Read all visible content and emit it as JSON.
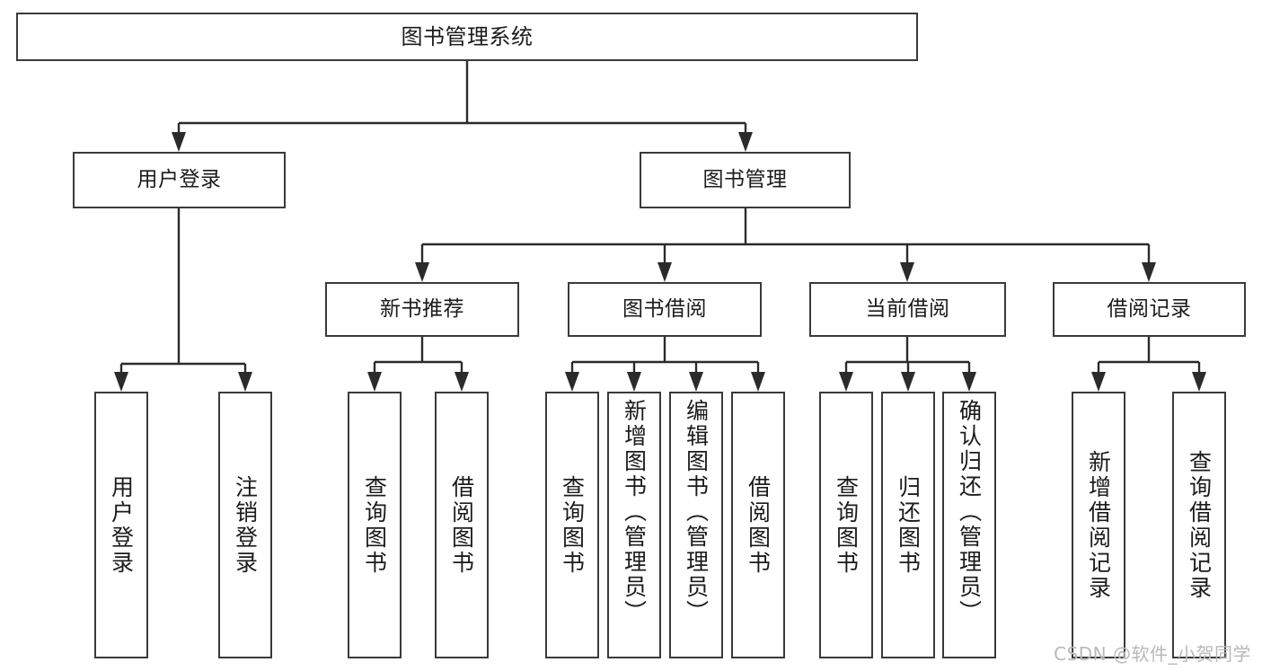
{
  "diagram": {
    "title": "图书管理系统",
    "watermark": "CSDN @软件_小贺同学",
    "root": {
      "label": "图书管理系统"
    },
    "level2": [
      {
        "label": "用户登录"
      },
      {
        "label": "图书管理"
      }
    ],
    "level3": [
      {
        "label": "新书推荐"
      },
      {
        "label": "图书借阅"
      },
      {
        "label": "当前借阅"
      },
      {
        "label": "借阅记录"
      }
    ],
    "leaves": {
      "user_login": [
        {
          "label": "用户登录"
        },
        {
          "label": "注销登录"
        }
      ],
      "new_book_recommend": [
        {
          "label": "查询图书"
        },
        {
          "label": "借阅图书"
        }
      ],
      "book_borrow": [
        {
          "label": "查询图书"
        },
        {
          "label": "新增图书（管理员）"
        },
        {
          "label": "编辑图书（管理员）"
        },
        {
          "label": "借阅图书"
        }
      ],
      "current_borrow": [
        {
          "label": "查询图书"
        },
        {
          "label": "归还图书"
        },
        {
          "label": "确认归还（管理员）"
        }
      ],
      "borrow_record": [
        {
          "label": "新增借阅记录"
        },
        {
          "label": "查询借阅记录"
        }
      ]
    },
    "colors": {
      "box_border": "#3a3a3a",
      "connector": "#2b2b2b",
      "text": "#1b1b1b",
      "background": "#ffffff",
      "watermark": "#b9b9b9"
    }
  }
}
